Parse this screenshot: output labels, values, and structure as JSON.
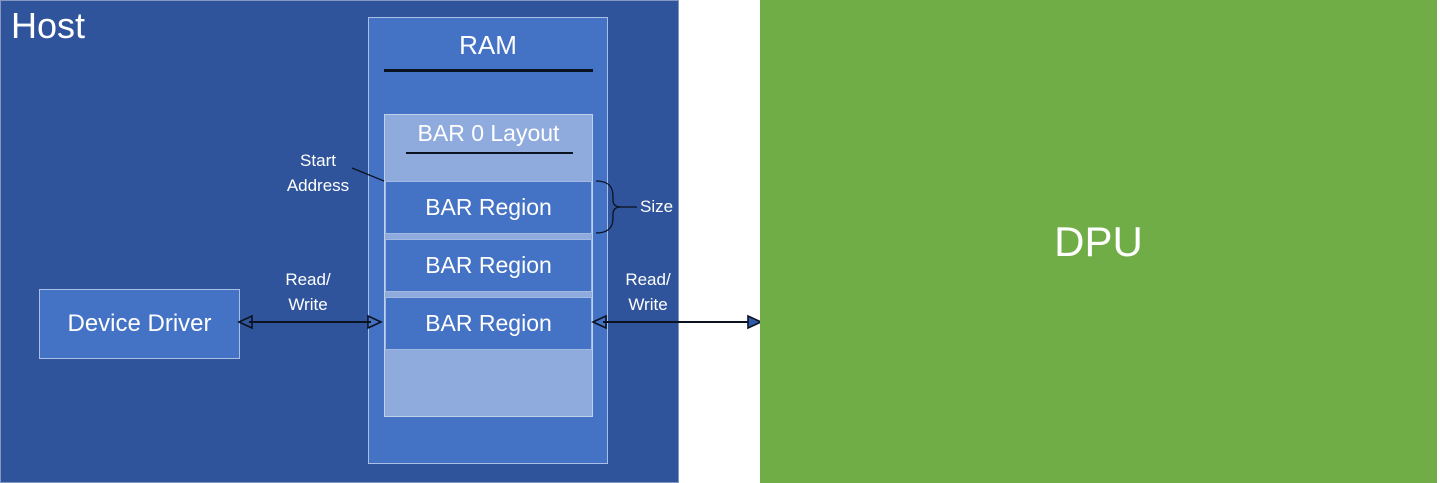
{
  "host": {
    "title": "Host",
    "device_driver_label": "Device Driver",
    "ram": {
      "title": "RAM",
      "bar0": {
        "title": "BAR 0 Layout",
        "regions": [
          "BAR Region",
          "BAR Region",
          "BAR Region"
        ]
      }
    }
  },
  "dpu": {
    "title": "DPU"
  },
  "annotations": {
    "start_address": "Start\nAddress",
    "size": "Size",
    "read_write_left": "Read/\nWrite",
    "read_write_right": "Read/\nWrite"
  },
  "colors": {
    "host_bg": "#30549B",
    "box_blue": "#4472C4",
    "light_blue": "#8FAADC",
    "dpu_green": "#70AD47",
    "text": "#FFFFFF",
    "line": "#0B1220",
    "filled_arrowhead": "#2E5BA8",
    "canvas_bg": "#FFFFFF"
  }
}
